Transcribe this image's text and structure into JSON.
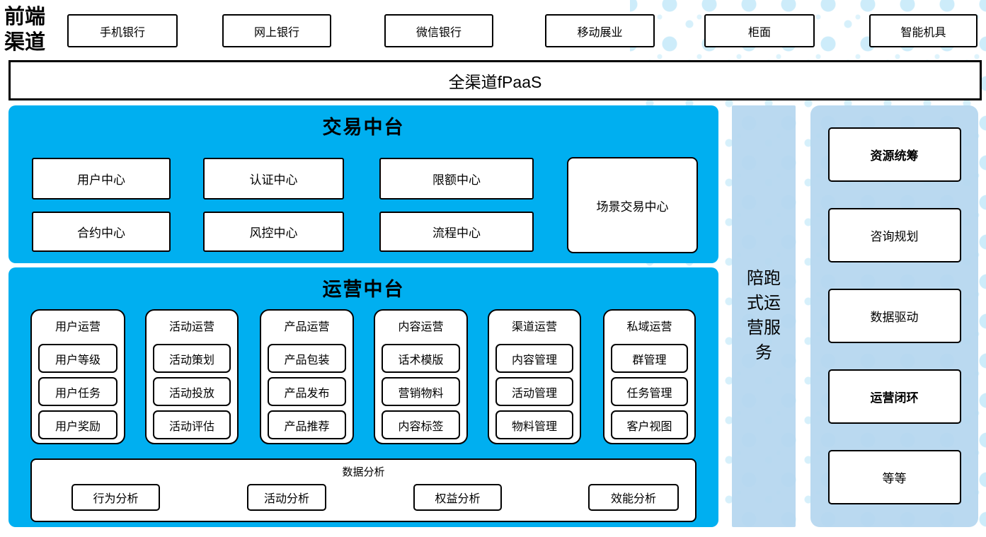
{
  "frontend_channels": {
    "label": "前端渠道",
    "items": [
      "手机银行",
      "网上银行",
      "微信银行",
      "移动展业",
      "柜面",
      "智能机具"
    ]
  },
  "fpaas": {
    "label": "全渠道fPaaS"
  },
  "transaction_platform": {
    "title": "交易中台",
    "boxes": [
      "用户中心",
      "认证中心",
      "限额中心",
      "合约中心",
      "风控中心",
      "流程中心"
    ],
    "scenario_box": "场景交易中心"
  },
  "operations_platform": {
    "title": "运营中台",
    "columns": [
      {
        "title": "用户运营",
        "items": [
          "用户等级",
          "用户任务",
          "用户奖励"
        ]
      },
      {
        "title": "活动运营",
        "items": [
          "活动策划",
          "活动投放",
          "活动评估"
        ]
      },
      {
        "title": "产品运营",
        "items": [
          "产品包装",
          "产品发布",
          "产品推荐"
        ]
      },
      {
        "title": "内容运营",
        "items": [
          "话术模版",
          "营销物料",
          "内容标签"
        ]
      },
      {
        "title": "渠道运营",
        "items": [
          "内容管理",
          "活动管理",
          "物料管理"
        ]
      },
      {
        "title": "私域运营",
        "items": [
          "群管理",
          "任务管理",
          "客户视图"
        ]
      }
    ],
    "data_analysis": {
      "title": "数据分析",
      "items": [
        "行为分析",
        "活动分析",
        "权益分析",
        "效能分析"
      ]
    }
  },
  "side_service": {
    "label": "陪跑式运营服务"
  },
  "right_panel": {
    "items": [
      {
        "label": "资源统筹",
        "bold": true
      },
      {
        "label": "咨询规划",
        "bold": false
      },
      {
        "label": "数据驱动",
        "bold": false
      },
      {
        "label": "运营闭环",
        "bold": true
      },
      {
        "label": "等等",
        "bold": false
      }
    ]
  },
  "colors": {
    "platform_cyan": "#00AFF0",
    "service_light_blue": "#B6D7EF",
    "dot_pattern": "#CDECFA",
    "box_border": "#000000"
  }
}
